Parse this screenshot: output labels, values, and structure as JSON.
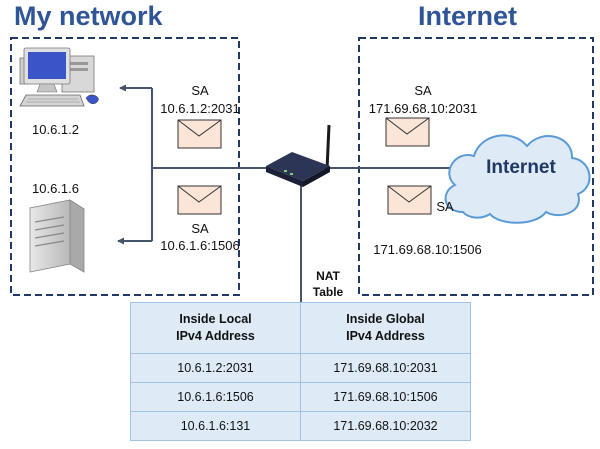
{
  "titles": {
    "left": "My network",
    "right": "Internet"
  },
  "devices": {
    "pc": {
      "ip": "10.6.1.2",
      "icon": "desktop-computer-icon"
    },
    "server": {
      "ip": "10.6.1.6",
      "icon": "server-icon"
    },
    "router": {
      "icon": "wireless-router-icon"
    },
    "cloud": {
      "label": "Internet",
      "icon": "cloud-icon"
    }
  },
  "packets": {
    "inside_top": {
      "label": "SA",
      "address": "10.6.1.2:2031"
    },
    "inside_bottom": {
      "label": "SA",
      "address": "10.6.1.6:1506"
    },
    "outside_top": {
      "label": "SA",
      "address": "171.69.68.10:2031"
    },
    "outside_bottom": {
      "label": "SA",
      "address": "171.69.68.10:1506"
    }
  },
  "nat_table": {
    "label_line1": "NAT",
    "label_line2": "Table",
    "headers": [
      {
        "line1": "Inside Local",
        "line2": "IPv4 Address"
      },
      {
        "line1": "Inside Global",
        "line2": "IPv4 Address"
      }
    ],
    "rows": [
      [
        "10.6.1.2:2031",
        "171.69.68.10:2031"
      ],
      [
        "10.6.1.6:1506",
        "171.69.68.10:1506"
      ],
      [
        "10.6.1.6:131",
        "171.69.68.10:2032"
      ]
    ]
  },
  "colors": {
    "title": "#2f5597",
    "dashed_border": "#1f3864",
    "lines": "#44546a",
    "envelope_fill": "#fbe5d6",
    "cloud_fill": "#deebf7",
    "cloud_stroke": "#5b9bd5",
    "table_fill": "#deebf7",
    "table_border": "#9dc3e6"
  }
}
